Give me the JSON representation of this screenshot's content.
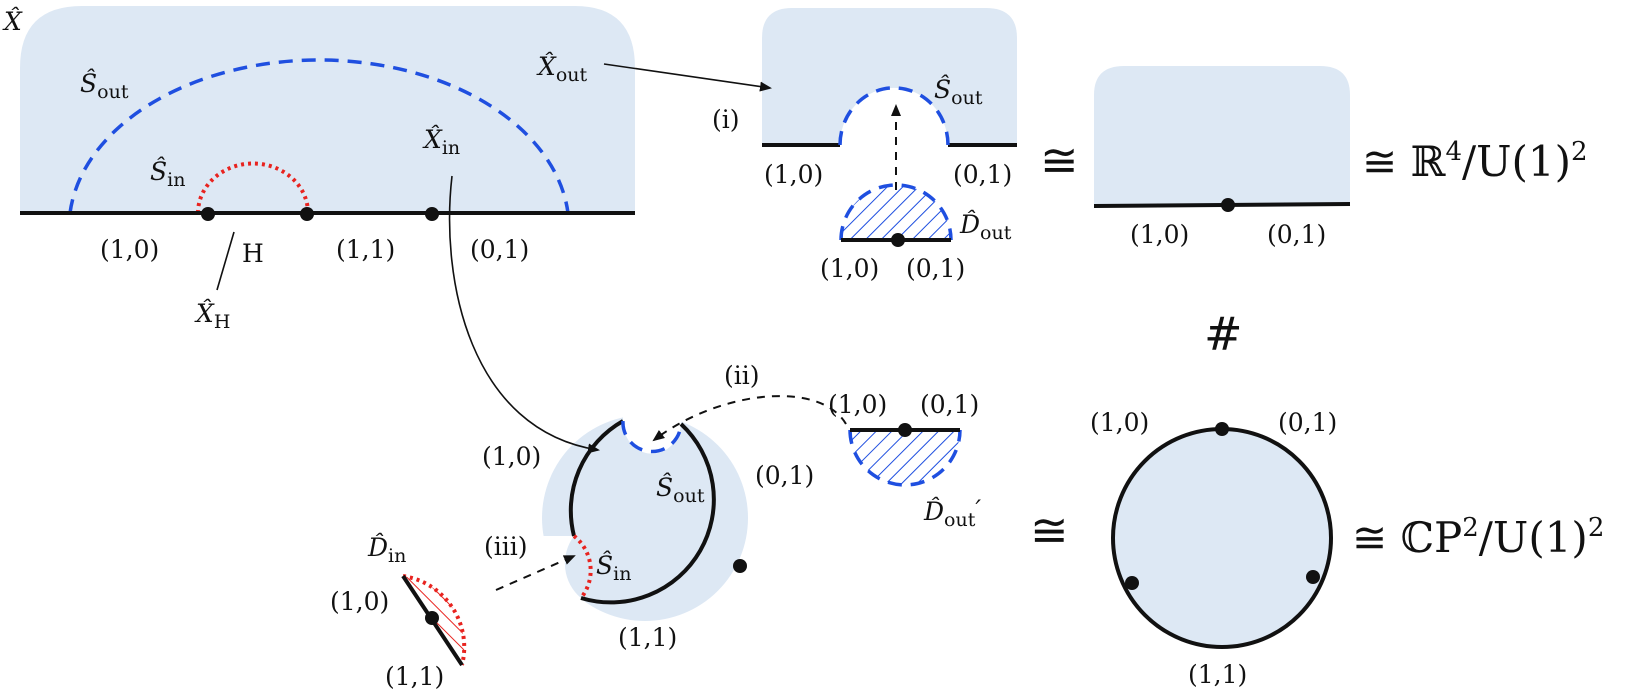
{
  "colors": {
    "region_fill": "#dde8f4",
    "outer_boundary": "#1f4fe0",
    "inner_boundary": "#e8231f",
    "edge": "#111111"
  },
  "labels": {
    "x_hat": "X̂",
    "s_hat": "Ŝ",
    "x_hat_out": "X̂",
    "d_hat": "D̂",
    "sub_out": "out",
    "sub_in": "in",
    "sub_h": "H",
    "h": "H",
    "prime": "′",
    "step_i": "(i)",
    "step_ii": "(ii)",
    "step_iii": "(iii)",
    "cong": "≅",
    "hash": "#"
  },
  "edge_labels": {
    "e10": "(1,0)",
    "e01": "(0,1)",
    "e11": "(1,1)"
  },
  "quotients": {
    "r4_base": "ℝ",
    "r4_power": "4",
    "r4_rest": "/U(1)",
    "r4_rest_power": "2",
    "cp2_base": "ℂP",
    "cp2_power": "2",
    "cp2_rest": "/U(1)",
    "cp2_rest_power": "2",
    "cong_prefix": "≅ "
  }
}
